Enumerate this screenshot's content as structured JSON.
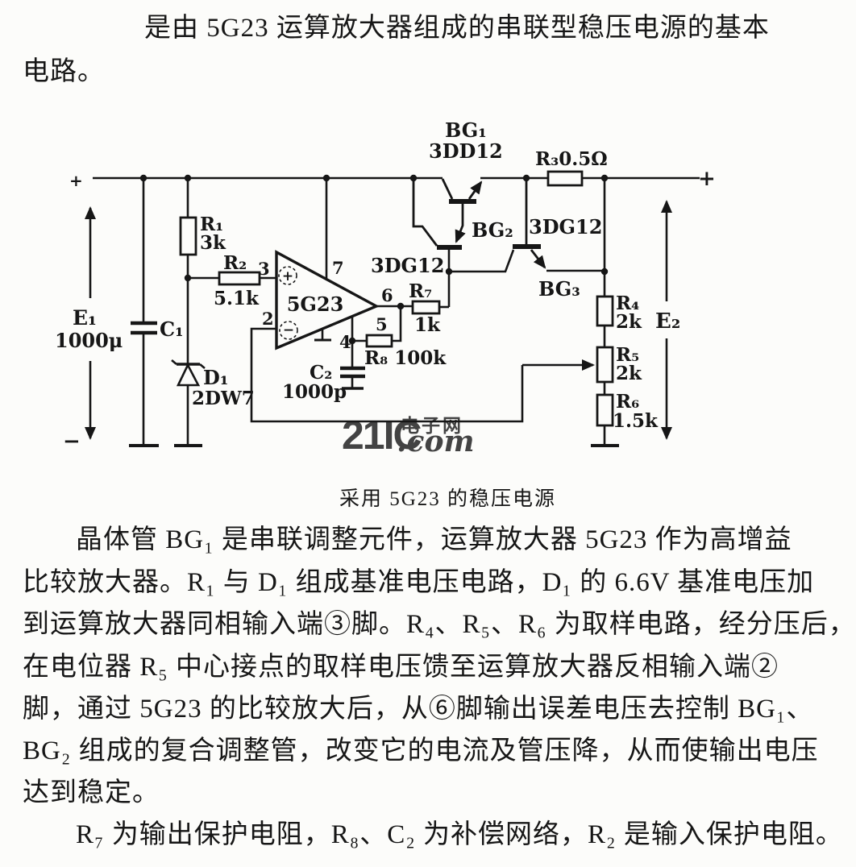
{
  "document": {
    "intro_line1": "是由 5G23 运算放大器组成的串联型稳压电源的基本",
    "intro_line2": "电路。",
    "caption": "采用 5G23 的稳压电源",
    "paragraphs": [
      "晶体管 BG₁ 是串联调整元件，运算放大器 5G23 作为高增益",
      "比较放大器。R₁ 与 D₁ 组成基准电压电路，D₁ 的 6.6V 基准电压加",
      "到运算放大器同相输入端③脚。R₄、R₅、R₆ 为取样电路，经分压后，",
      "在电位器 R₅ 中心接点的取样电压馈至运算放大器反相输入端②",
      "脚，通过 5G23 的比较放大后，从⑥脚输出误差电压去控制 BG₁、",
      "BG₂ 组成的复合调整管，改变它的电流及管压降，从而使输出电压",
      "达到稳定。",
      "R₇ 为输出保护电阻，R₈、C₂ 为补偿网络，R₂ 是输入保护电阻。"
    ]
  },
  "circuit": {
    "input": {
      "plus": "+",
      "minus": "−",
      "e1": "E₁",
      "e1_cap_value": "1000μ"
    },
    "output": {
      "plus": "+",
      "e2": "E₂"
    },
    "opamp": {
      "name": "5G23",
      "noninv": "+",
      "inv": "−",
      "pins": {
        "p2": "2",
        "p3": "3",
        "p4": "4",
        "p5": "5",
        "p6": "6",
        "p7": "7"
      }
    },
    "components": {
      "c1": "C₁",
      "r1": "R₁",
      "r1_value": "3k",
      "r2": "R₂",
      "r2_value": "5.1k",
      "r3": "R₃0.5Ω",
      "r4": "R₄",
      "r4_value": "2k",
      "r5": "R₅",
      "r5_value": "2k",
      "r6": "R₆",
      "r6_value": "1.5k",
      "r7": "R₇",
      "r7_value": "1k",
      "r8": "R₈ 100k",
      "c2": "C₂",
      "c2_value": "1000p",
      "d1": "D₁",
      "d1_type": "2DW7",
      "bg1": "BG₁",
      "bg1_type": "3DD12",
      "bg2": "BG₂",
      "bg2_type": "3DG12",
      "bg3": "BG₃",
      "bg3_type": "3DG12"
    },
    "watermark": {
      "logo": "21IC",
      "domain": ".com",
      "site": "电子网",
      "color": "#eba6ad"
    }
  }
}
